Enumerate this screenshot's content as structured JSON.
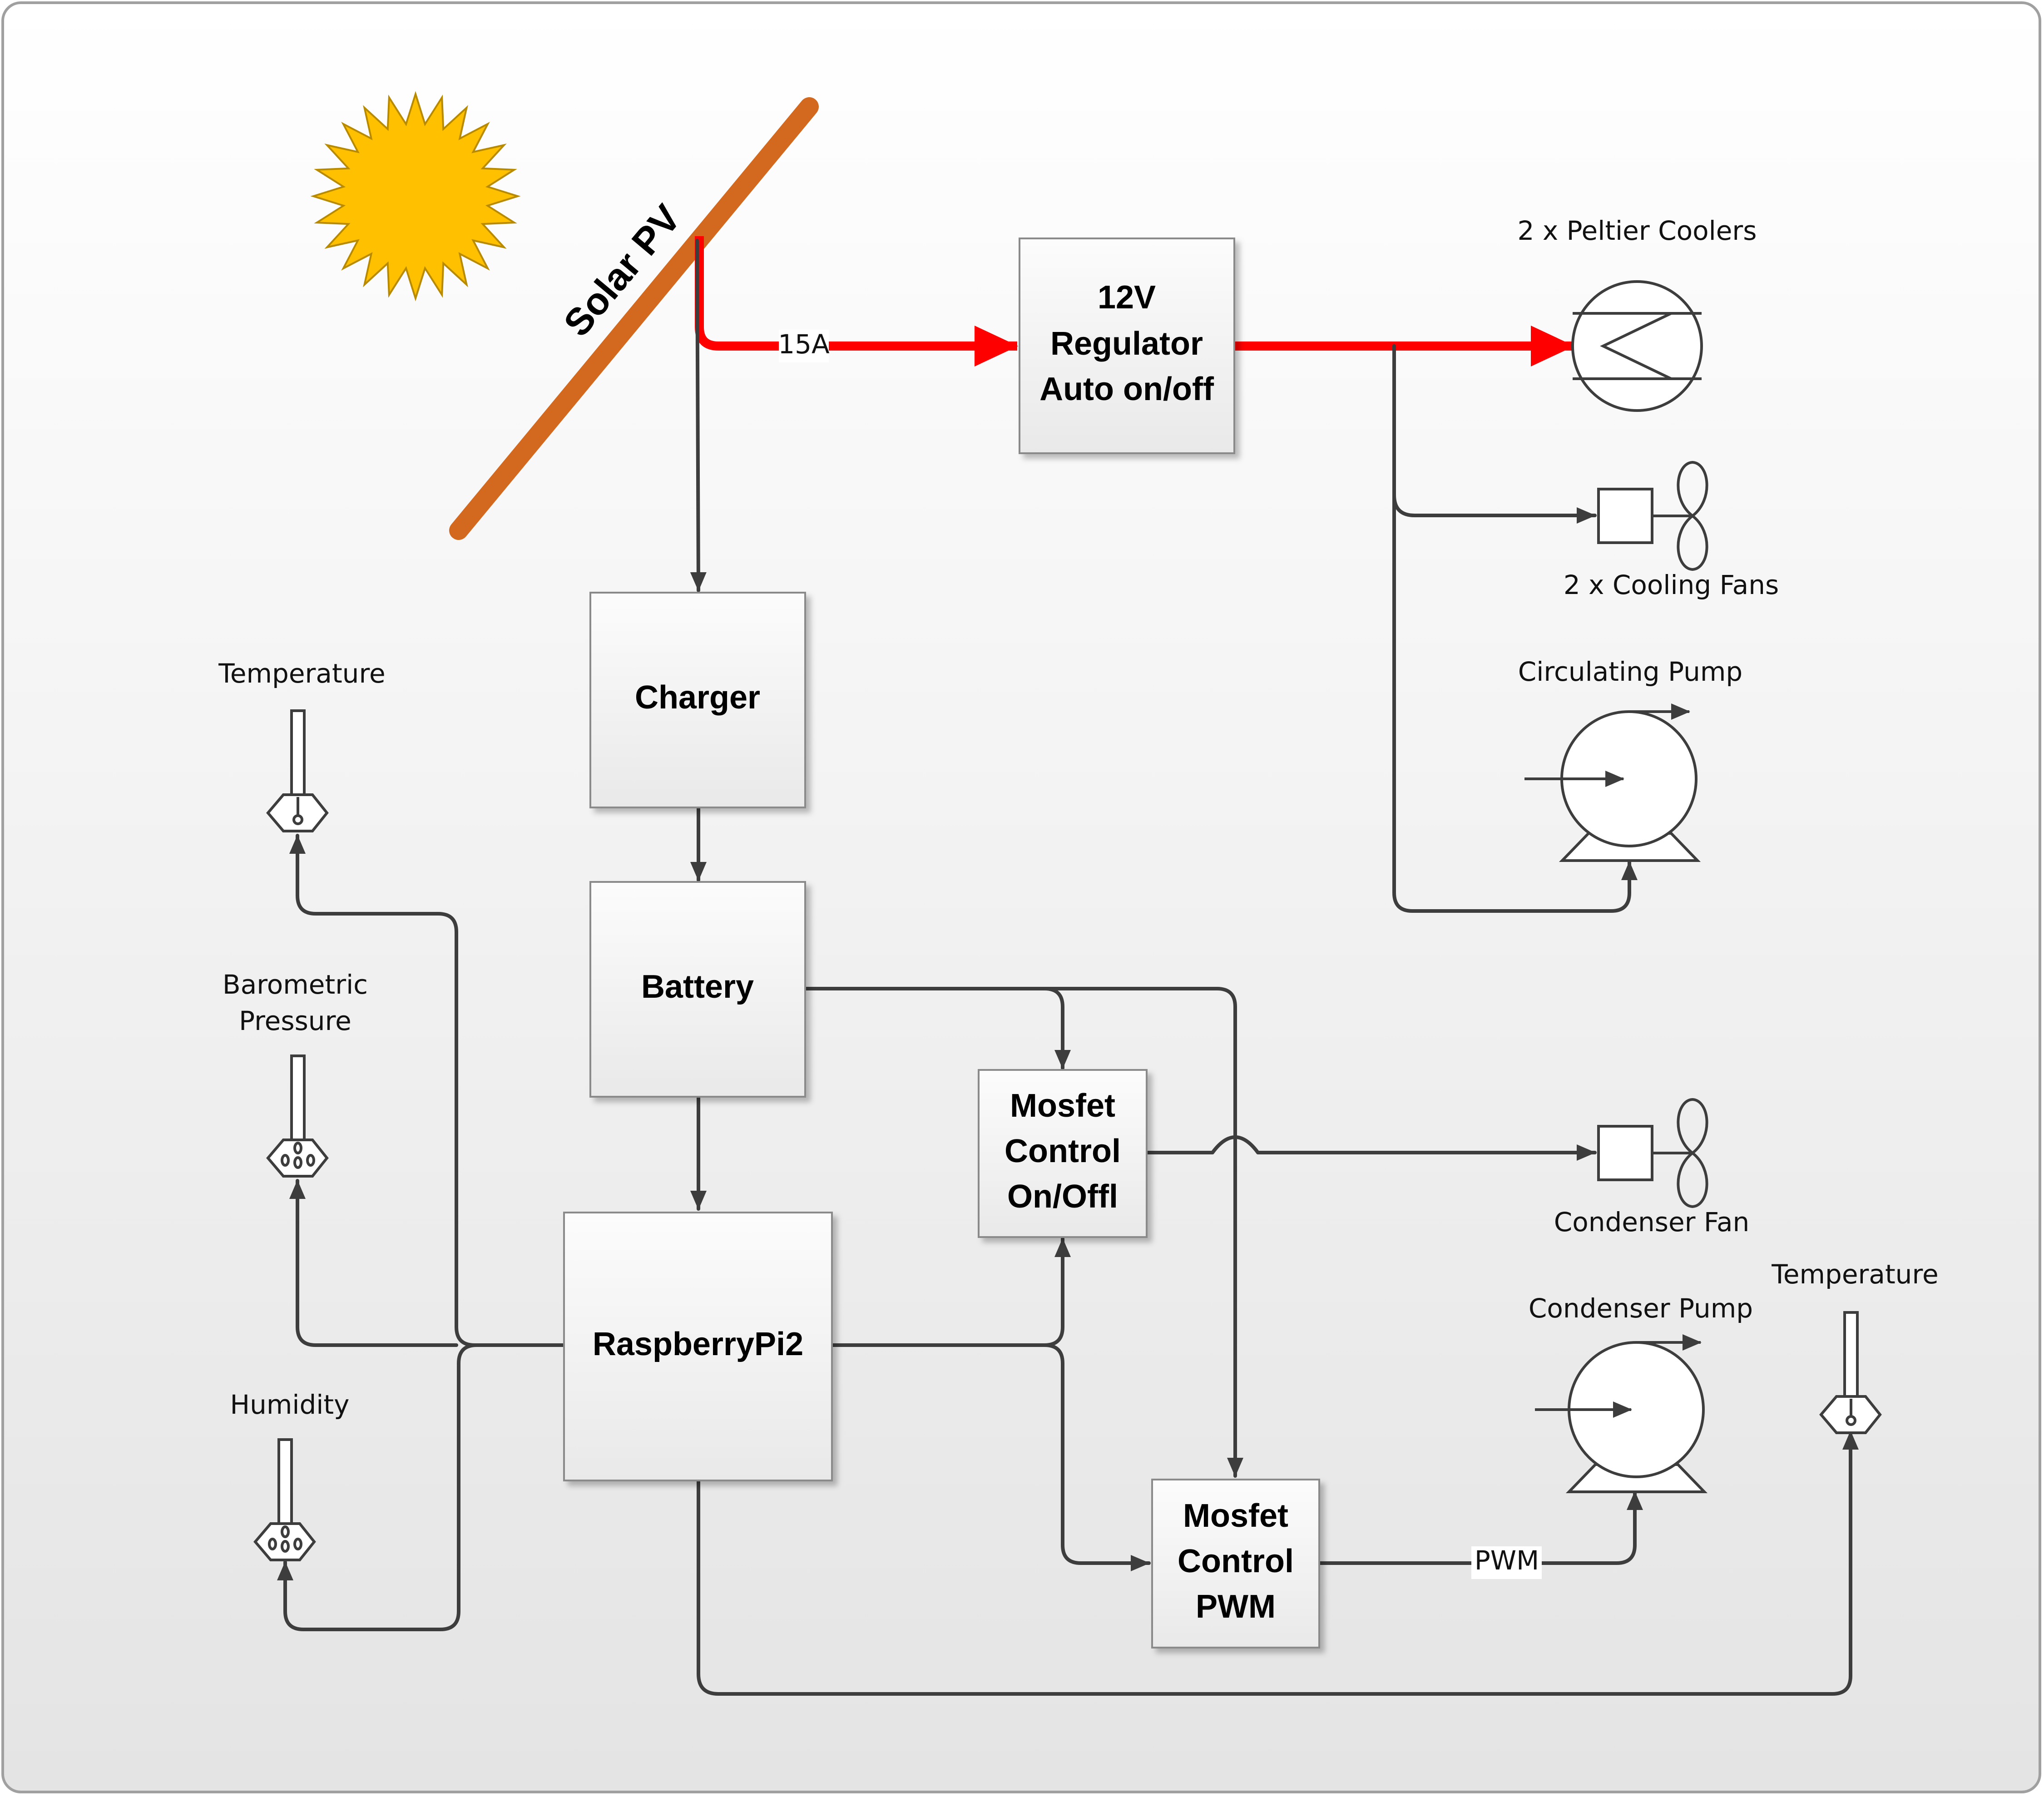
{
  "blocks": {
    "regulator": [
      "12V",
      "Regulator",
      "Auto on/off"
    ],
    "charger": [
      "Charger"
    ],
    "battery": [
      "Battery"
    ],
    "raspberry": [
      "RaspberryPi2"
    ],
    "mosfet_onoff": [
      "Mosfet",
      "Control",
      "On/Offl"
    ],
    "mosfet_pwm": [
      "Mosfet",
      "Control",
      "PWM"
    ]
  },
  "solar_label": "Solar PV",
  "line_labels": {
    "current": "15A",
    "pwm": "PWM"
  },
  "devices": {
    "peltier": "2 x Peltier Coolers",
    "cooling_fans": "2 x Cooling Fans",
    "circulating_pump": "Circulating Pump",
    "condenser_fan": "Condenser Fan",
    "condenser_pump": "Condenser Pump",
    "temperature_right": "Temperature"
  },
  "sensors": {
    "temperature": "Temperature",
    "barometric": [
      "Barometric",
      "Pressure"
    ],
    "humidity": "Humidity"
  },
  "colors": {
    "power_line": "#ff0000",
    "panel": "#d2691e",
    "sun": "#ffc000",
    "wire": "#3d3d3d"
  }
}
